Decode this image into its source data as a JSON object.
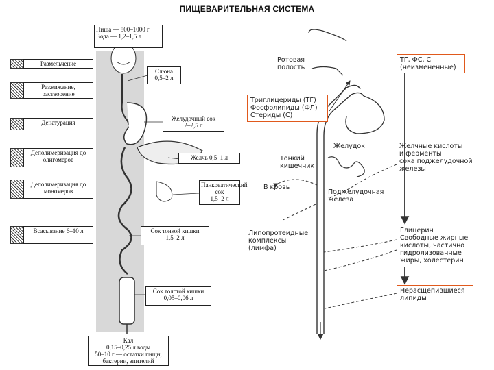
{
  "title": "ПИЩЕВАРИТЕЛЬНАЯ СИСТЕМА",
  "left_diagram": {
    "intake": [
      "Пища — 800–1000 г",
      "Вода — 1,2–1,5 л"
    ],
    "side_labels": [
      "Размельчение",
      "Разжижение, растворение",
      "Денатурация",
      "Деполимеризация до олигомеров",
      "Деполимеризация до мономеров",
      "Всасывание 6–10 л"
    ],
    "juices": {
      "saliva": [
        "Слюна",
        "0,5–2 л"
      ],
      "gastric": [
        "Желудочный сок",
        "2–2,5 л"
      ],
      "bile": [
        "Желчь 0,5–1 л"
      ],
      "pancreatic": [
        "Панкреатический",
        "сок",
        "1,5–2 л"
      ],
      "small_intestine": [
        "Сок тонкой кишки",
        "1,5–2 л"
      ],
      "large_intestine": [
        "Сок толстой кишки",
        "0,05–0,06 л"
      ]
    },
    "feces": [
      "Кал",
      "0,15–0,25 л воды",
      "50–10 г — остатки пищи,",
      "бактерии, эпителий"
    ]
  },
  "right_diagram": {
    "labels": {
      "oral": [
        "Ротовая",
        "полость"
      ],
      "stomach": "Желудок",
      "small_intestine": [
        "Тонкий",
        "кишечник"
      ],
      "blood": "В кровь",
      "pancreas": [
        "Поджелудочная",
        "железа"
      ],
      "lipoproteins": [
        "Липопротеидные",
        "комплексы",
        "(лимфа)"
      ],
      "bile_enzymes": [
        "Желчные кислоты",
        "и ферменты",
        "сока поджелудочной",
        "железы"
      ]
    },
    "boxes": {
      "unchanged": [
        "ТГ, ФС, С",
        "(неизмененные)"
      ],
      "input": [
        "Триглицериды (ТГ)",
        "Фосфолипиды (ФЛ)",
        "Стериды (С)"
      ],
      "products": [
        "Глицерин",
        "Свободные жирные",
        "кислоты, частично",
        "гидролизованные",
        "жиры, холестерин"
      ],
      "undigested": [
        "Нерасщепившиеся",
        "липиды"
      ]
    },
    "colors": {
      "box_border": "#e0591c",
      "arrow": "#333333"
    }
  }
}
